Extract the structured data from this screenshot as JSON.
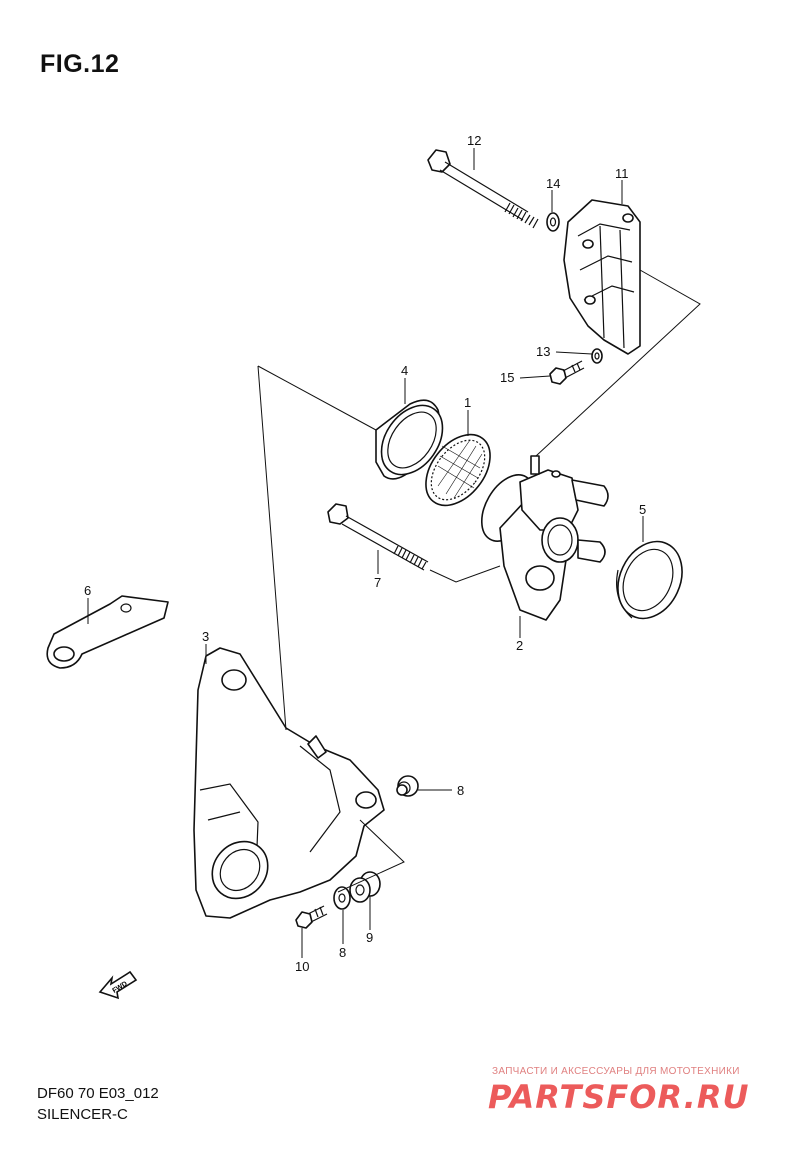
{
  "figure": {
    "title": "FIG.12",
    "code": "DF60 70 E03_012",
    "name": "SILENCER-C"
  },
  "callouts": {
    "p1": "1",
    "p2": "2",
    "p3": "3",
    "p4": "4",
    "p5": "5",
    "p6": "6",
    "p7": "7",
    "p8a": "8",
    "p8b": "8",
    "p9": "9",
    "p10": "10",
    "p11": "11",
    "p12": "12",
    "p13": "13",
    "p14": "14",
    "p15": "15"
  },
  "fwd_label": "FWD",
  "watermark": {
    "line1": "ЗАПЧАСТИ И АКСЕССУАРЫ ДЛЯ МОТОТЕХНИКИ",
    "logo": "PARTSFOR.RU"
  }
}
